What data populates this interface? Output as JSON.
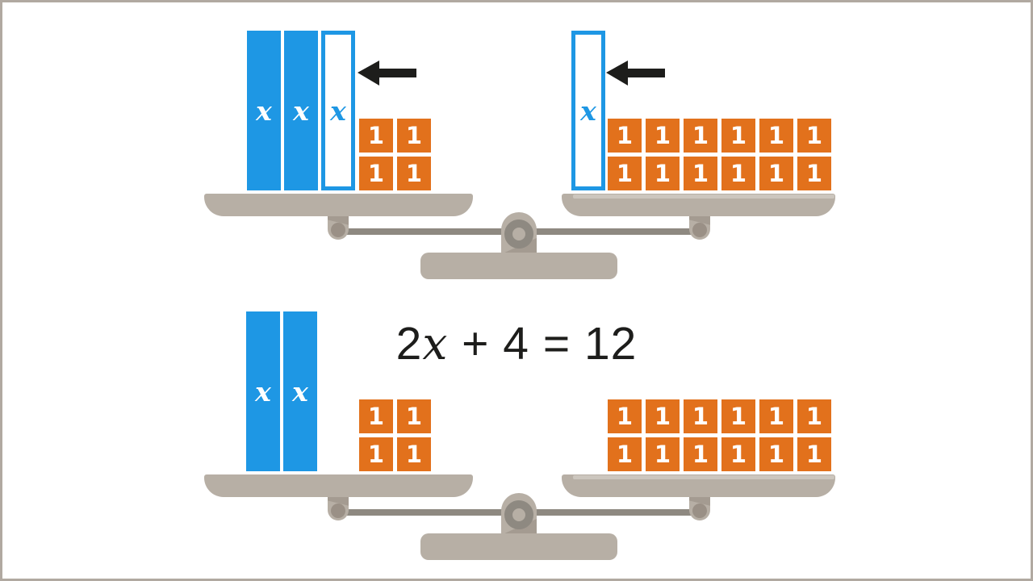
{
  "page": {
    "background": "#ffffff",
    "border_color": "#b1a9a1"
  },
  "colors": {
    "x_bar_blue": "#1e97e4",
    "unit_tile_orange": "#e2711c",
    "ink_black": "#1d1d1b",
    "scale_taupe": "#b7afa5",
    "scale_shade": "#a49b91",
    "beam_grey": "#8e8981",
    "pan_highlight": "#ccc6be"
  },
  "equation": {
    "coefficient": "2",
    "variable": "x",
    "remainder": " + 4 = 12"
  },
  "scales": {
    "top": {
      "left_pan": {
        "bars": [
          {
            "style": "solid",
            "label": "x"
          },
          {
            "style": "solid",
            "label": "x"
          },
          {
            "style": "outlined",
            "label": "x"
          }
        ],
        "tiles": {
          "count": 4,
          "columns": 2,
          "label": "1"
        }
      },
      "right_pan": {
        "bars": [
          {
            "style": "outlined",
            "label": "x"
          }
        ],
        "tiles": {
          "count": 12,
          "columns": 6,
          "label": "1"
        }
      },
      "arrows": [
        {
          "direction": "left"
        },
        {
          "direction": "left"
        }
      ]
    },
    "bottom": {
      "left_pan": {
        "bars": [
          {
            "style": "solid",
            "label": "x"
          },
          {
            "style": "solid",
            "label": "x"
          }
        ],
        "tiles": {
          "count": 4,
          "columns": 2,
          "label": "1"
        }
      },
      "right_pan": {
        "bars": [],
        "tiles": {
          "count": 12,
          "columns": 6,
          "label": "1"
        }
      }
    }
  }
}
